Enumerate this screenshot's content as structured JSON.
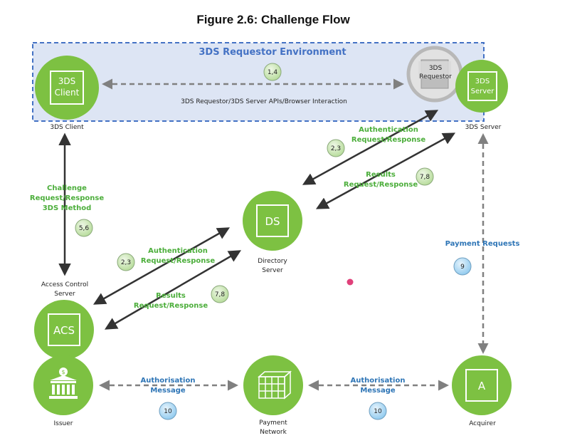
{
  "title": "Figure 2.6:  Challenge Flow",
  "environment": {
    "label": "3DS Requestor Environment",
    "interaction_label": "3DS Requestor/3DS Server APIs/Browser Interaction",
    "interaction_step": "1,4"
  },
  "nodes": {
    "client": {
      "icon_line1": "3DS",
      "icon_line2": "Client",
      "caption": "3DS Client"
    },
    "requestor": {
      "icon_line1": "3DS",
      "icon_line2": "Requestor"
    },
    "server": {
      "icon_line1": "3DS",
      "icon_line2": "Server",
      "caption": "3DS Server"
    },
    "ds": {
      "icon": "DS",
      "caption_line1": "Directory",
      "caption_line2": "Server"
    },
    "acs": {
      "icon": "ACS",
      "caption_line1": "Access Control",
      "caption_line2": "Server"
    },
    "issuer": {
      "caption": "Issuer",
      "icon_name": "bank-icon"
    },
    "network": {
      "caption_line1": "Payment",
      "caption_line2": "Network",
      "icon_name": "payment-network-icon"
    },
    "acquirer": {
      "icon": "A",
      "caption": "Acquirer"
    }
  },
  "flows": {
    "challenge": {
      "line1": "Challenge",
      "line2": "Request/Response",
      "line3": "3DS Method",
      "step": "5,6"
    },
    "auth_top": {
      "line1": "Authentication",
      "line2": "Request/Response",
      "step": "2,3"
    },
    "results_top": {
      "line1": "Results",
      "line2": "Request/Response",
      "step": "7,8"
    },
    "auth_bottom": {
      "line1": "Authentication",
      "line2": "Request/Response",
      "step": "2,3"
    },
    "results_bottom": {
      "line1": "Results",
      "line2": "Request/Response",
      "step": "7,8"
    },
    "payment": {
      "label": "Payment Requests",
      "step": "9"
    },
    "auth_msg_left": {
      "line1": "Authorisation",
      "line2": "Message",
      "step": "10"
    },
    "auth_msg_right": {
      "line1": "Authorisation",
      "line2": "Message",
      "step": "10"
    }
  },
  "colors": {
    "node_green": "#7dc142",
    "green_text": "#4cae3b",
    "blue_text": "#2e75b6",
    "env_border": "#4472c4",
    "env_fill": "#dde5f4",
    "badge_green": "#c8e6b0",
    "badge_blue": "#b6dcf4",
    "arrow_dark": "#333333",
    "arrow_gray": "#808080",
    "marker_pink": "#e0407a"
  }
}
